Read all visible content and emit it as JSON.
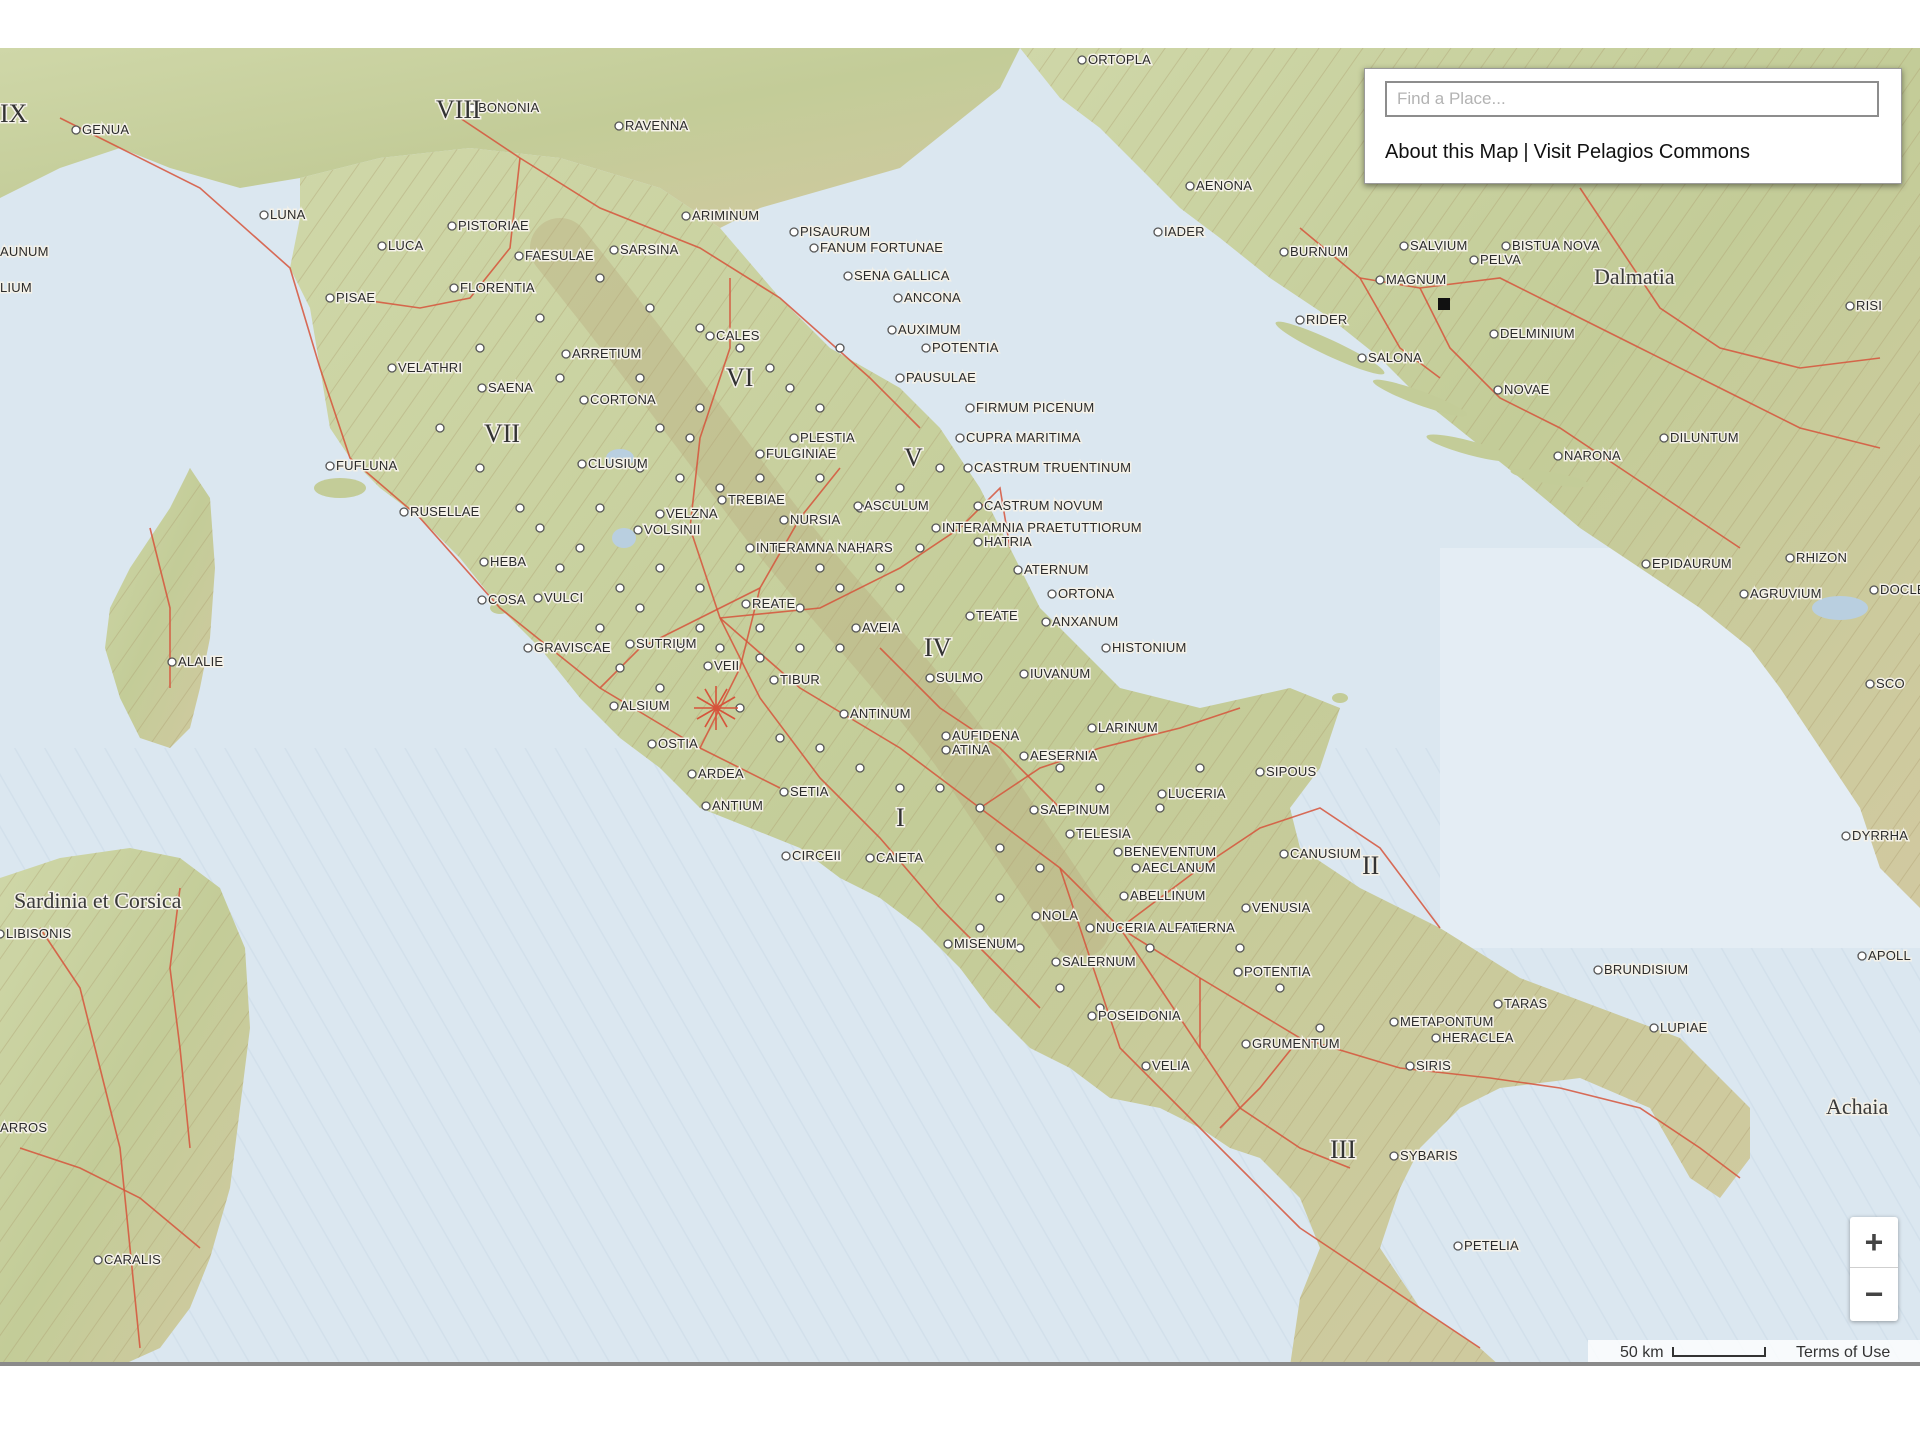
{
  "search": {
    "placeholder": "Find a Place..."
  },
  "panel": {
    "about_label": "About this Map",
    "separator": "|",
    "visit_label": "Visit Pelagios Commons"
  },
  "zoom": {
    "in_label": "+",
    "out_label": "−"
  },
  "scale": {
    "label": "50 km"
  },
  "footer": {
    "terms_label": "Terms of Use"
  },
  "colors": {
    "sea": "#dfe9f1",
    "land": "#c9d3a0",
    "mountain": "#c8b78c",
    "road": "#d6543b",
    "site": "#ffffff"
  },
  "region_labels": [
    "Sardinia et Corsica",
    "Dalmatia",
    "Achaia"
  ],
  "roman_numerals": [
    "IX",
    "VIII",
    "VII",
    "VI",
    "V",
    "IV",
    "I",
    "II",
    "III"
  ],
  "places": [
    "GENUA",
    "BONONIA",
    "RAVENNA",
    "LUNA",
    "PISTORIAE",
    "LUCA",
    "FAESULAE",
    "SARSINA",
    "ARIMINUM",
    "PISAURUM",
    "FANUM FORTUNAE",
    "SENA GALLICA",
    "ANCONA",
    "PISAE",
    "FLORENTIA",
    "CALES",
    "AUXIMUM",
    "POTENTIA",
    "ARRETIUM",
    "VELATHRI",
    "SAENA",
    "PAUSULAE",
    "CORTONA",
    "FIRMUM PICENUM",
    "PLESTIA",
    "CUPRA MARITIMA",
    "FULGINIAE",
    "FUFLUNA",
    "CLUSIUM",
    "CASTRUM TRUENTINUM",
    "RUSELLAE",
    "TREBIAE",
    "ASCULUM",
    "CASTRUM NOVUM",
    "VELZNA",
    "NURSIA",
    "VOLSINII",
    "INTERAMNIA PRAETUTTIORUM",
    "HATRIA",
    "INTERAMNA NAHARS",
    "HEBA",
    "ATERNUM",
    "COSA",
    "VULCI",
    "ORTONA",
    "REATE",
    "TEATE",
    "ANXANUM",
    "AVEIA",
    "GRAVISCAE",
    "SUTRIUM",
    "HISTONIUM",
    "VEII",
    "SULMO",
    "IUVANUM",
    "TIBUR",
    "ALSIUM",
    "ANTINUM",
    "LARINUM",
    "AUFIDENA",
    "ATINA",
    "AESERNIA",
    "OSTIA",
    "SIPOUS",
    "ARDEA",
    "LUCERIA",
    "SETIA",
    "ANTIUM",
    "SAEPINUM",
    "TELESIA",
    "CIRCEII",
    "CAIETA",
    "BENEVENTUM",
    "CANUSIUM",
    "AECLANUM",
    "ABELLINUM",
    "VENUSIA",
    "NOLA",
    "MISENUM",
    "NUCERIA ALFATERNA",
    "SALERNUM",
    "POTENTIA",
    "BRUNDISIUM",
    "TARAS",
    "POSEIDONIA",
    "METAPONTUM",
    "HERACLEA",
    "LUPIAE",
    "GRUMENTUM",
    "SIRIS",
    "VELIA",
    "SYBARIS",
    "PETELIA",
    "CARALIS",
    "LIBISONIS",
    "ALALIE",
    "ORTOPLA",
    "AENONA",
    "IADER",
    "BURNUM",
    "SALVIUM",
    "BISTUA NOVA",
    "PELVA",
    "MAGNUM",
    "RIDER",
    "SALONA",
    "DELMINIUM",
    "NOVAE",
    "DILUNTUM",
    "NARONA",
    "EPIDAURUM",
    "RHIZON",
    "AGRUVIUM",
    "DOCLEA",
    "DYRRHA",
    "APOLL",
    "SCO",
    "RISI",
    "AUNUM",
    "LIUM",
    "ARROS"
  ]
}
